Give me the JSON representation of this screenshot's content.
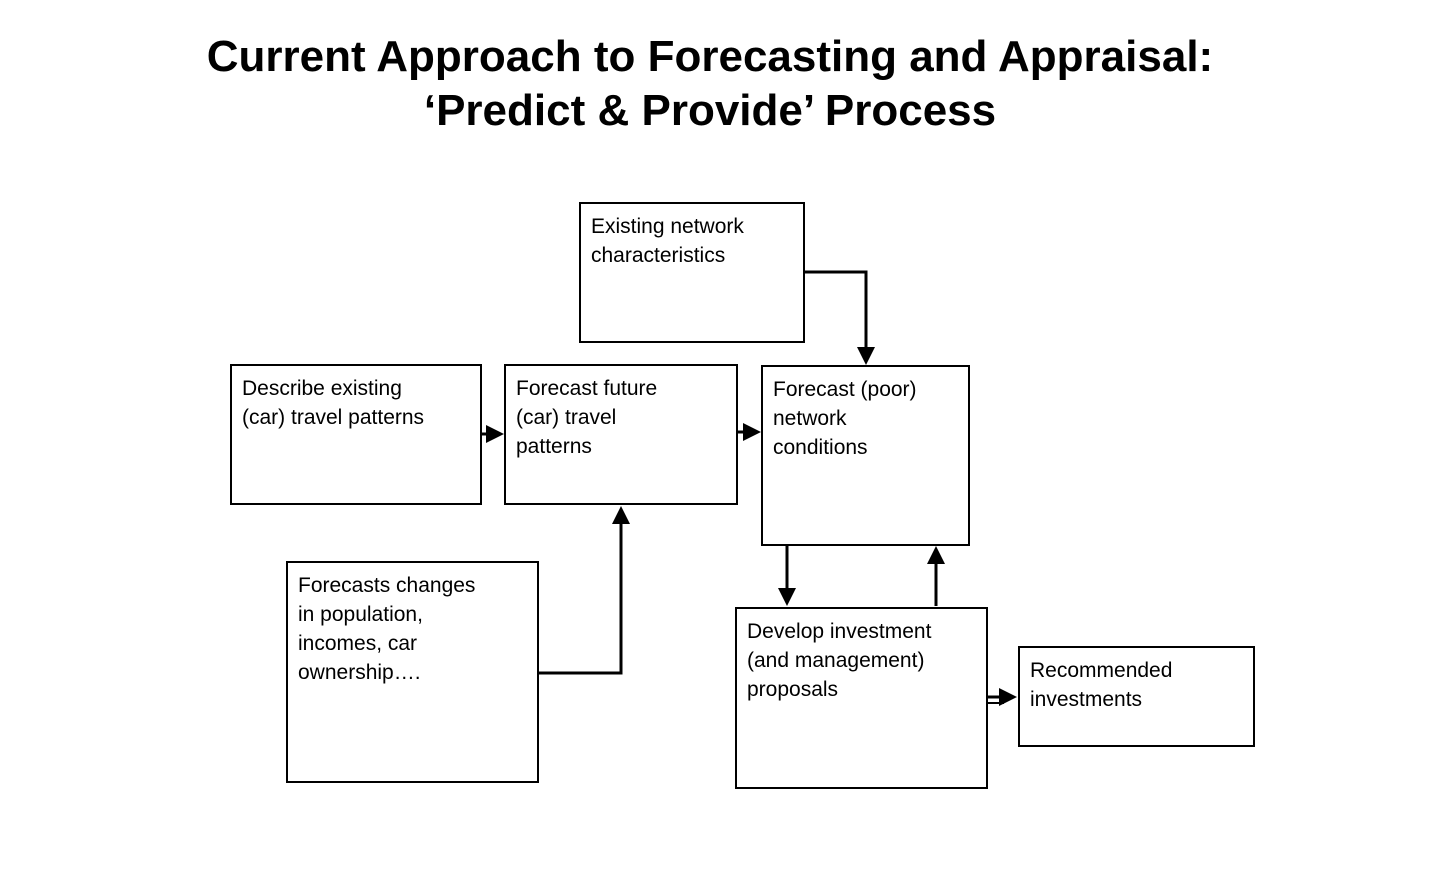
{
  "title": {
    "line1": "Current Approach to Forecasting and Appraisal:",
    "line2": "‘Predict & Provide’ Process"
  },
  "boxes": {
    "existing_network": "Existing network\ncharacteristics",
    "describe_existing": "Describe existing\n(car) travel patterns",
    "forecast_future": "Forecast future\n(car) travel\npatterns",
    "forecast_poor": "Forecast (poor)\nnetwork\nconditions",
    "forecasts_changes": "Forecasts changes\nin population,\nincomes, car\nownership….",
    "develop_investment": "Develop investment\n(and management)\nproposals",
    "recommended": "Recommended\ninvestments"
  }
}
